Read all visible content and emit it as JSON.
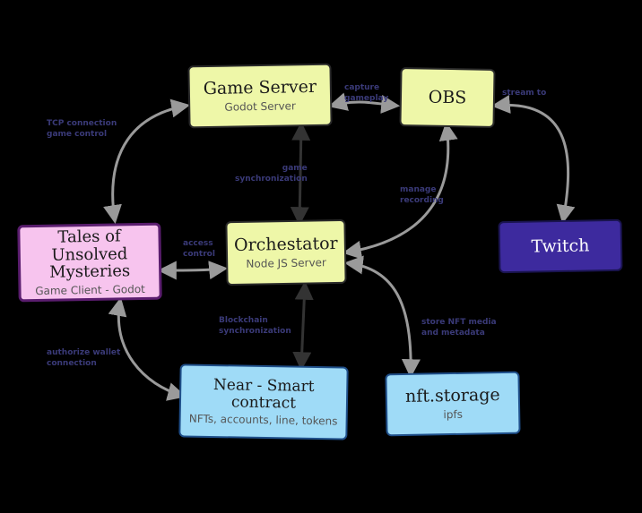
{
  "nodes": {
    "game_server": {
      "title": "Game Server",
      "sub": "Godot Server",
      "color": "#eef7a8"
    },
    "obs": {
      "title": "OBS",
      "sub": "",
      "color": "#eef7a8"
    },
    "orchestator": {
      "title": "Orchestator",
      "sub": "Node JS Server",
      "color": "#eef7a8"
    },
    "tales": {
      "title": "Tales of Unsolved Mysteries",
      "sub": "Game Client - Godot",
      "color": "#f7c4ee"
    },
    "twitch": {
      "title": "Twitch",
      "sub": "",
      "color": "#3d2a9e"
    },
    "near": {
      "title": "Near - Smart contract",
      "sub": "NFTs, accounts, line, tokens",
      "color": "#9fdbf7"
    },
    "nft_storage": {
      "title": "nft.storage",
      "sub": "ipfs",
      "color": "#9fdbf7"
    }
  },
  "edge_labels": {
    "tcp_connection": "TCP connection\ngame control",
    "capture_gameplay": "capture\ngameplay",
    "streams_to": "stream to",
    "game_synchronization": "game\nsynchronization",
    "manage_recording": "manage\nrecording",
    "access_control": "access\ncontrol",
    "blockchain_synchronization": "Blockchain\nsynchronization",
    "authorize_wallet": "authorize wallet\nconnection",
    "store_nft_media": "store NFT media\nand metadata"
  },
  "colors": {
    "background": "#000000",
    "edge": "#9a9a9a",
    "label": "#3a3a78"
  }
}
